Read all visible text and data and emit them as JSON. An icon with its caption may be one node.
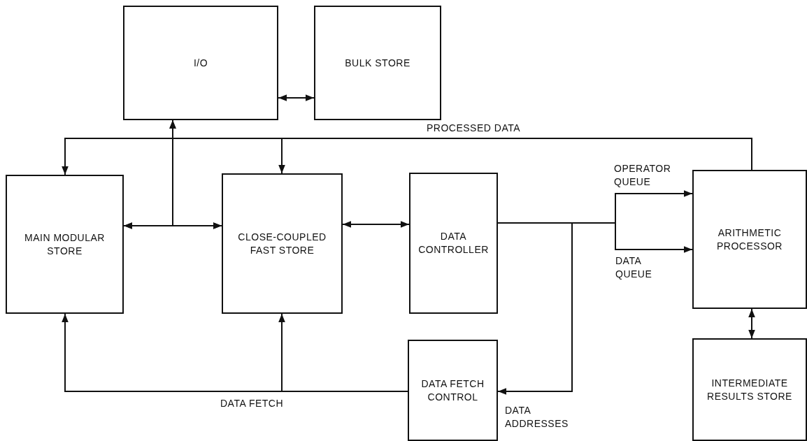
{
  "diagram": {
    "nodes": [
      {
        "text": [
          "I/O"
        ]
      },
      {
        "text": [
          "BULK STORE"
        ]
      },
      {
        "text": [
          "MAIN MODULAR STORE"
        ]
      },
      {
        "text": [
          "CLOSE-COUPLED FAST STORE"
        ]
      },
      {
        "text": [
          "DATA CONTROLLER"
        ]
      },
      {
        "text": [
          "DATA FETCH CONTROL"
        ]
      },
      {
        "text": [
          "ARITHMETIC PROCESSOR"
        ]
      },
      {
        "text": [
          "INTERMEDIATE RESULTS STORE"
        ]
      }
    ],
    "edges": [
      {
        "from": 0,
        "to": 1,
        "arrow": "both"
      },
      {
        "from": 0,
        "to": 2,
        "arrow": "both"
      },
      {
        "from": 0,
        "to": 3,
        "arrow": "both"
      },
      {
        "from": 2,
        "to": 3,
        "arrow": "both"
      },
      {
        "from": 6,
        "to": 2,
        "arrow": "to",
        "label": "PROCESSED DATA"
      },
      {
        "from": 6,
        "to": 3,
        "arrow": "to"
      },
      {
        "from": 3,
        "to": 4,
        "arrow": "both"
      },
      {
        "from": 4,
        "to": 6,
        "arrow": "to",
        "label": "OPERATOR QUEUE"
      },
      {
        "from": 4,
        "to": 6,
        "arrow": "to",
        "label": "DATA QUEUE"
      },
      {
        "from": 4,
        "to": 5,
        "arrow": "to",
        "label": "DATA ADDRESSES"
      },
      {
        "from": 5,
        "to": 2,
        "arrow": "to"
      },
      {
        "from": 5,
        "to": 3,
        "arrow": "to",
        "label": "DATA FETCH"
      },
      {
        "from": 6,
        "to": 7,
        "arrow": "both"
      }
    ]
  }
}
